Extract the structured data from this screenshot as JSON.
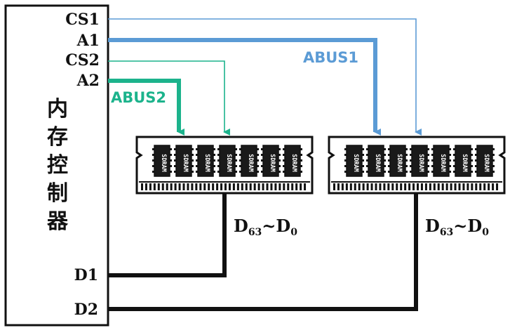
{
  "controller": {
    "title": "内存控制器",
    "signals": [
      "CS1",
      "A1",
      "CS2",
      "A2"
    ],
    "data_ports": [
      "D1",
      "D2"
    ]
  },
  "buses": {
    "abus1": {
      "label": "ABUS1",
      "color": "#5b9bd5"
    },
    "abus2": {
      "label": "ABUS2",
      "color": "#1cb38c"
    }
  },
  "modules": [
    {
      "chips": [
        "SDRAM",
        "SDRAM",
        "SDRAM",
        "SDRAM",
        "SDRAM",
        "SDRAM",
        "SDRAM"
      ]
    },
    {
      "chips": [
        "SDRAM",
        "SDRAM",
        "SDRAM",
        "SDRAM",
        "SDRAM",
        "SDRAM",
        "SDRAM"
      ]
    }
  ],
  "data_bus": {
    "prefix": "D",
    "high_sub": "63",
    "tilde": "~",
    "low_sub": "0"
  }
}
